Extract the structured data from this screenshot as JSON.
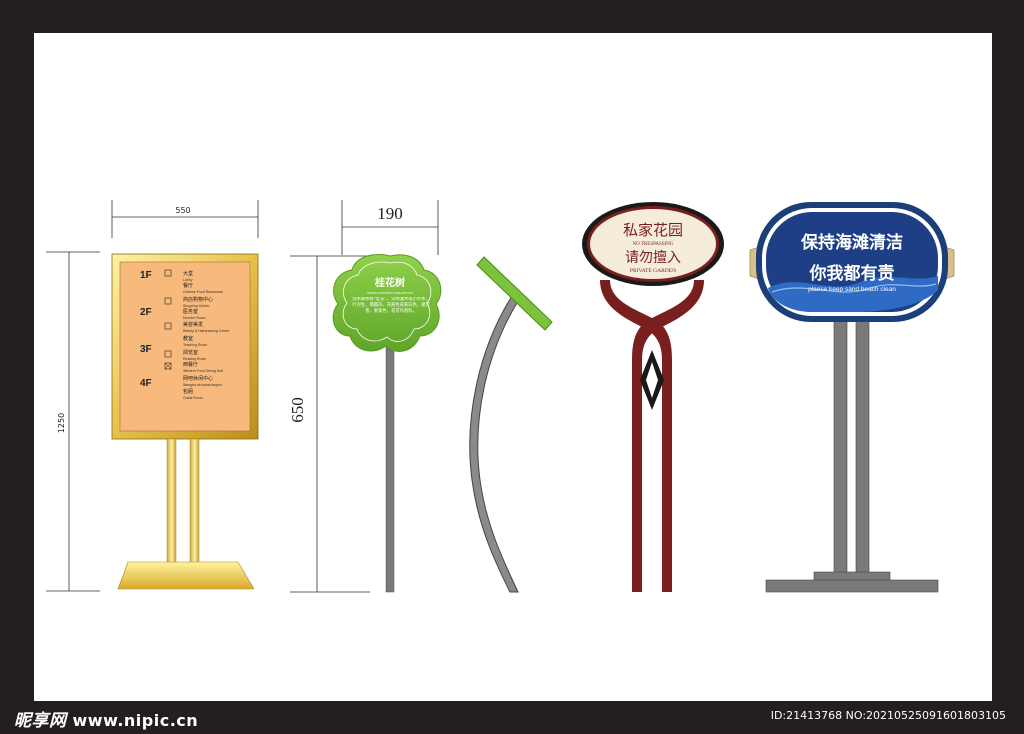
{
  "dimensions": {
    "sign1_width": "550",
    "sign1_height": "1250",
    "sign2_width": "190",
    "sign2_height": "650"
  },
  "directory_sign": {
    "floors": [
      {
        "label": "1F",
        "entries": [
          {
            "cn": "大堂",
            "en": "Lobby"
          },
          {
            "cn": "餐厅",
            "en": "Chinese Food Restaurant"
          }
        ]
      },
      {
        "label": "2F",
        "entries": [
          {
            "cn": "商店购物中心",
            "en": "Shopping Center"
          },
          {
            "cn": "医务室",
            "en": "Director Room"
          },
          {
            "cn": "美容美发",
            "en": "Beauty & Hairdressing Center"
          }
        ]
      },
      {
        "label": "3F",
        "entries": [
          {
            "cn": "教室",
            "en": "Teaching Room"
          },
          {
            "cn": "阅览室",
            "en": "Reading Room"
          },
          {
            "cn": "西餐厅",
            "en": "Western Food Dining Hall"
          }
        ]
      },
      {
        "label": "4F",
        "entries": [
          {
            "cn": "网吧休闲中心",
            "en": "Wangba xiuxianzhongxin"
          },
          {
            "cn": "包厢",
            "en": "Guest Room"
          }
        ]
      }
    ]
  },
  "tree_sign": {
    "title": "桂花树",
    "subtitle": "SWEET-SCENTED OSMANTHUS",
    "body": "别木犀亦称“桂花”，常绿灌木或小乔木，叶对生，椭圆形，花黄色或黄白色，极芳香，果紫色，花可作香料。"
  },
  "garden_sign": {
    "line1": "私家花园",
    "line2": "NO TRESPASSING",
    "line3": "请勿擅入",
    "line4": "PRIVATE GARDEN"
  },
  "beach_sign": {
    "line1": "保持海滩清洁",
    "line2": "你我都有责",
    "line3": "plaese keep sand beach  clean"
  },
  "footer": {
    "logo": "昵享网",
    "url": "www.nipic.cn",
    "id_text": "ID:21413768 NO:20210525091601803105"
  },
  "colors": {
    "gold": "#e8c65a",
    "panel": "#f7b97c",
    "green": "#7cc23b",
    "navy": "#1c3f7a",
    "maroon": "#7a1f1f",
    "grey_pole": "#777777"
  }
}
